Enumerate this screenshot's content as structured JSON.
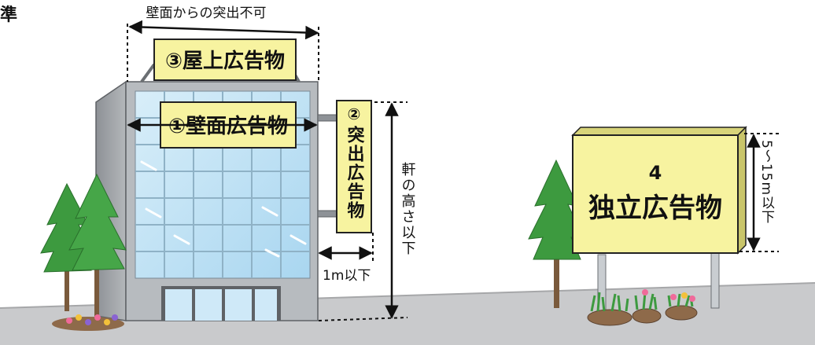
{
  "corner_text": "準",
  "labels": {
    "no_projection_from_wall": "壁面からの突出不可",
    "rooftop_sign": "③屋上広告物",
    "wall_sign": "①壁面広告物",
    "projecting_sign_num": "②",
    "projecting_sign": "突出広告物",
    "eave_height": "軒の高さ以下",
    "one_meter": "1m以下",
    "standalone_num": "4",
    "standalone_sign": "独立広告物",
    "height_limit": "5〜15m以下"
  },
  "colors": {
    "sign_fill": "#f7f3a0",
    "glass": "#bfe2f6",
    "building_gray": "#9ea2a6",
    "ground": "#c7c8ca",
    "tree_green": "#3d9a3f"
  }
}
